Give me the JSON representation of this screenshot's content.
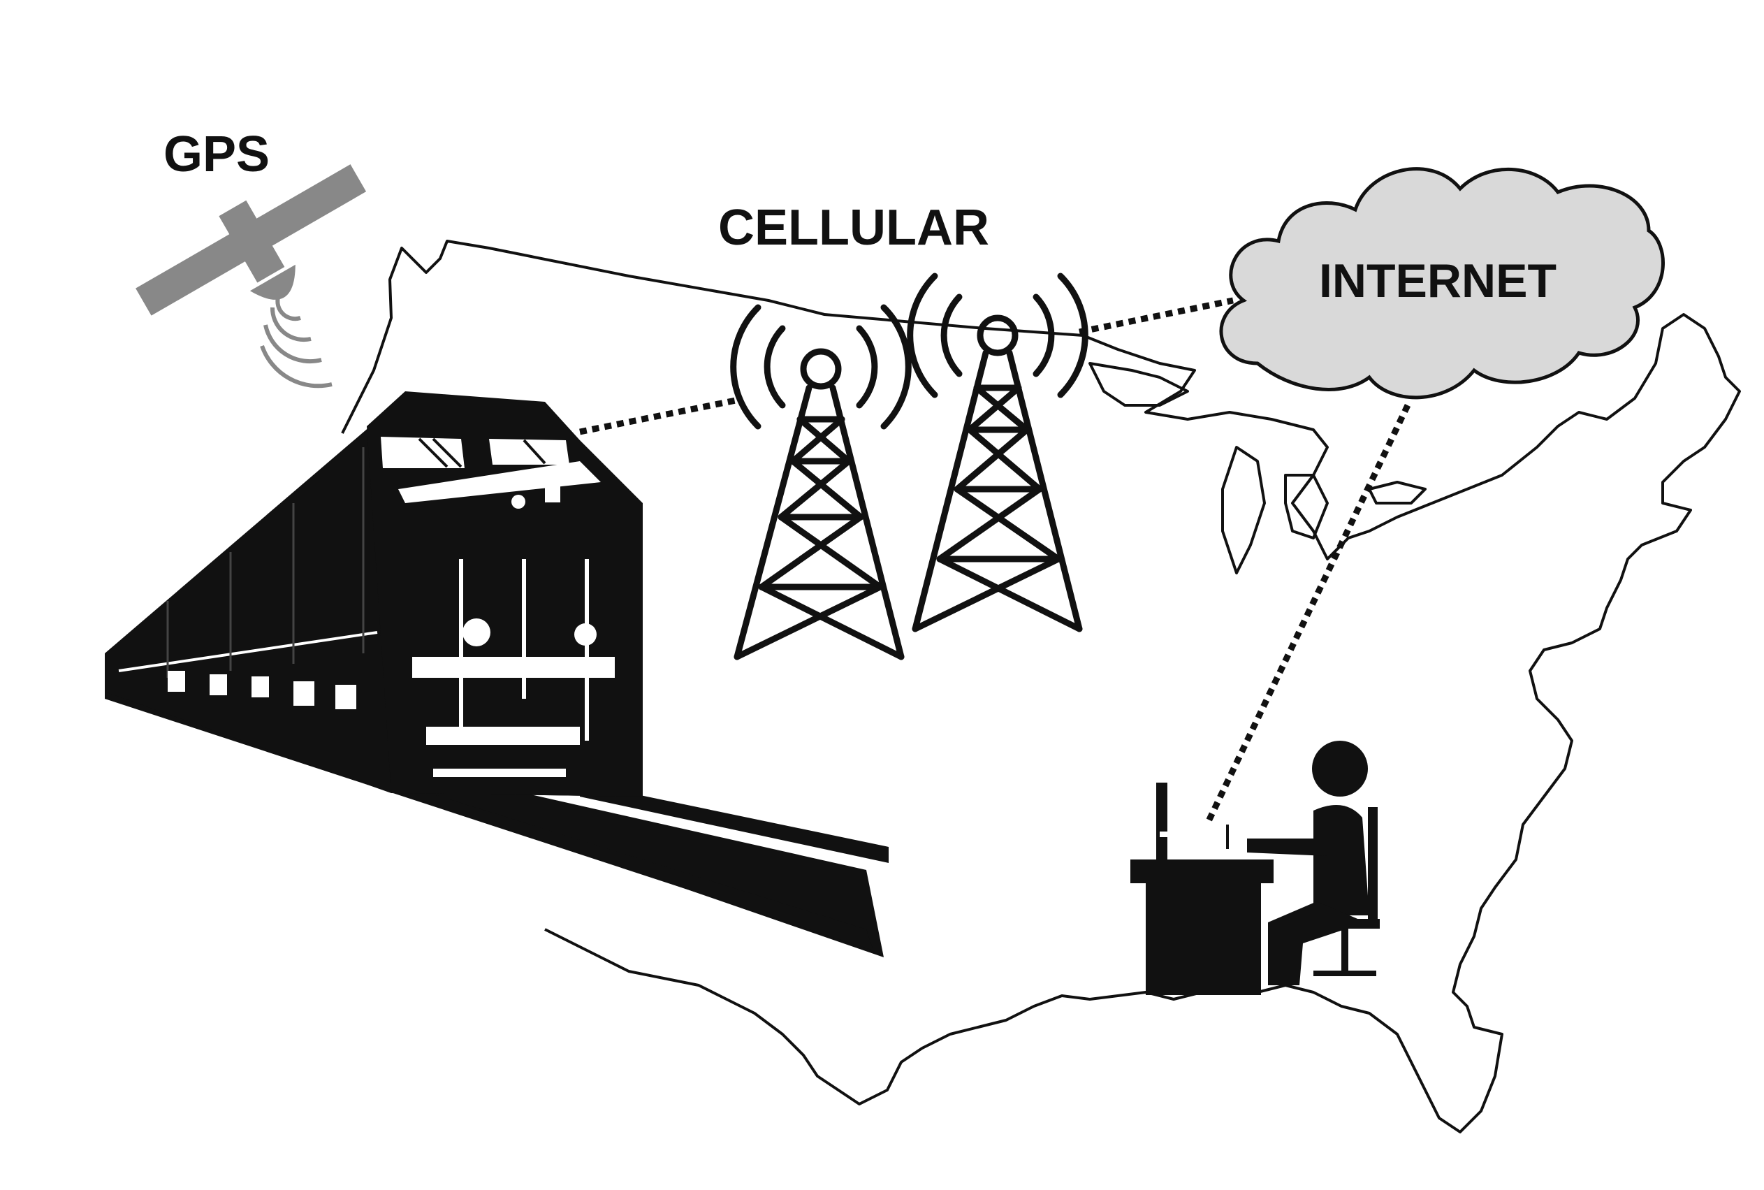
{
  "labels": {
    "gps": "GPS",
    "cellular": "CELLULAR",
    "internet": "INTERNET"
  },
  "colors": {
    "ink": "#111111",
    "satellite": "#888888",
    "cloud_fill": "#d9d9d9",
    "background": "#ffffff"
  },
  "icons": [
    "satellite-icon",
    "signal-waves-icon",
    "locomotive-icon",
    "cell-tower-icon",
    "cloud-icon",
    "person-at-computer-icon",
    "us-map-outline"
  ]
}
